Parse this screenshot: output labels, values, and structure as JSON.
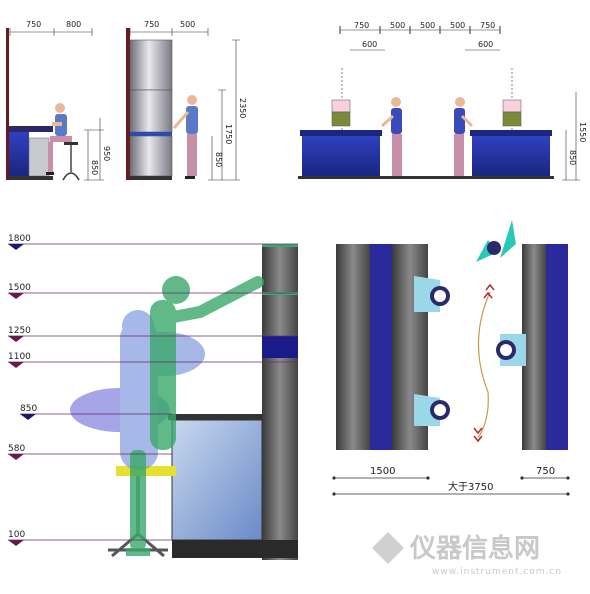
{
  "panel1": {
    "dims_top": [
      "750",
      "800"
    ],
    "dims_side": [
      "850",
      "950"
    ]
  },
  "panel2": {
    "dims_top": [
      "750",
      "500"
    ],
    "dims_side": [
      "850",
      "1750",
      "2350"
    ]
  },
  "panel3": {
    "dims_top": [
      "750",
      "500",
      "500",
      "500",
      "750"
    ],
    "dims_sub": [
      "600",
      "600"
    ],
    "dims_side": [
      "850",
      "1550"
    ]
  },
  "heights": [
    "1800",
    "1500",
    "1250",
    "1100",
    "850",
    "580",
    "100"
  ],
  "plan": {
    "dim_left": "1500",
    "dim_right": "750",
    "dim_total": "大于3750"
  },
  "watermark": {
    "text": "仪器信息网",
    "url": "www.instrument.com.cn"
  },
  "colors": {
    "bench_blue": "#2a3aa8",
    "cabinet_gray": "#5a5a5a",
    "line_purple": "#7a2a5a",
    "figure_green": "#3aa86a",
    "figure_blue": "#6a8ad8"
  }
}
